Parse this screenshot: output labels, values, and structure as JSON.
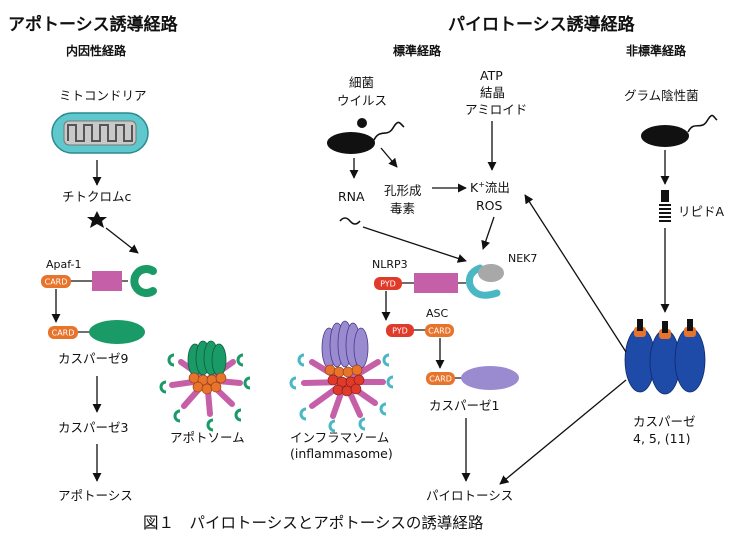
{
  "titles": {
    "apoptosis": "アポトーシス誘導経路",
    "pyroptosis": "パイロトーシス誘導経路"
  },
  "subtitles": {
    "intrinsic": "内因性経路",
    "canonical": "標準経路",
    "noncanonical": "非標準経路"
  },
  "labels": {
    "mitochondria": "ミトコンドリア",
    "cytochrome_c": "チトクロムc",
    "apaf1": "Apaf-1",
    "caspase9": "カスパーゼ9",
    "caspase3": "カスパーゼ3",
    "apoptosis_end": "アポトーシス",
    "apoptosome": "アポトソーム",
    "bacteria_line1": "細菌",
    "bacteria_line2": "ウイルス",
    "rna": "RNA",
    "pore_line1": "孔形成",
    "pore_line2": "毒素",
    "atp_line1": "ATP",
    "atp_line2": "結晶",
    "atp_line3": "アミロイド",
    "k_efflux_line1_pre": "K",
    "k_efflux_sup": "+",
    "k_efflux_line1_post": "流出",
    "k_efflux_line2": "ROS",
    "nlrp3": "NLRP3",
    "nek7": "NEK7",
    "asc": "ASC",
    "caspase1": "カスパーゼ1",
    "inflammasome_line1": "インフラマソーム",
    "inflammasome_line2": "(inflammasome)",
    "pyroptosis_end": "パイロトーシス",
    "gram_negative": "グラム陰性菌",
    "lipid_a": "リピドA",
    "caspase_nc_line1": "カスパーゼ",
    "caspase_nc_line2": "4, 5, (11)"
  },
  "domains": {
    "card": "CARD",
    "pyd": "PYD"
  },
  "caption": "図１　パイロトーシスとアポトーシスの誘導経路",
  "colors": {
    "mito_outer": "#5fc8cc",
    "card": "#e8732a",
    "pyd": "#e03a2a",
    "nacht": "#c560a8",
    "caspase9": "#1a9a66",
    "caspase1": "#9a8ad0",
    "nek7": "#a8a8a8",
    "nlrp3_lrr": "#4ab8c4",
    "caspase_nc": "#1e4aa8",
    "bacteria": "#111111"
  }
}
